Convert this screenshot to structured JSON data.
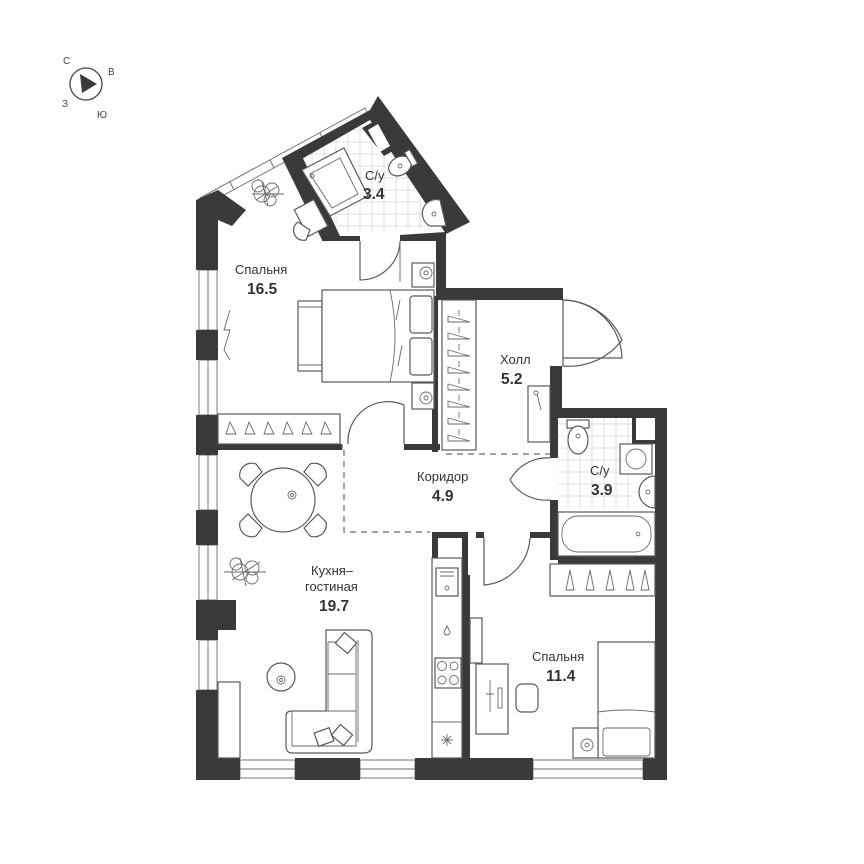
{
  "compass": {
    "north": "С",
    "east": "В",
    "south": "Ю",
    "west": "З"
  },
  "rooms": [
    {
      "id": "bathroom-1",
      "name": "С/у",
      "area": "3.4"
    },
    {
      "id": "bedroom-1",
      "name": "Спальня",
      "area": "16.5"
    },
    {
      "id": "hall",
      "name": "Холл",
      "area": "5.2"
    },
    {
      "id": "corridor",
      "name": "Коридор",
      "area": "4.9"
    },
    {
      "id": "bathroom-2",
      "name": "С/у",
      "area": "3.9"
    },
    {
      "id": "kitchen-living",
      "name": "Кухня–",
      "name2": "гостиная",
      "area": "19.7"
    },
    {
      "id": "bedroom-2",
      "name": "Спальня",
      "area": "11.4"
    }
  ],
  "colors": {
    "wall": "#3a3a3a",
    "line": "#5a5a5a",
    "tile_grid": "#d6d6d6",
    "background": "#ffffff"
  }
}
